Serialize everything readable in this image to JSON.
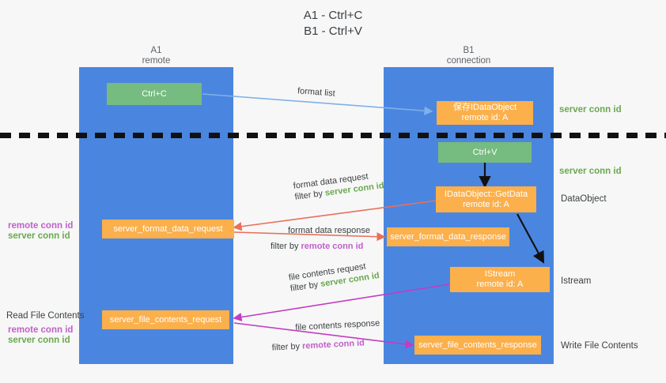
{
  "title": {
    "line1": "A1 - Ctrl+C",
    "line2": "B1 - Ctrl+V"
  },
  "columns": [
    {
      "name": "A1",
      "sub": "remote"
    },
    {
      "name": "B1",
      "sub": "connection"
    }
  ],
  "colors": {
    "lane": "#4a86e0",
    "box_green": "#76bb7f",
    "box_orange": "#fbb04c",
    "server_conn": "#6aa84f",
    "remote_conn": "#c060c8",
    "arrow_blue": "#7fb1e8",
    "arrow_red": "#e8705a",
    "arrow_magenta": "#c43bc4",
    "arrow_black": "#111111",
    "text_dark": "#3c4043"
  },
  "boxes": {
    "ctrl_c": {
      "line1": "Ctrl+C"
    },
    "ctrl_v": {
      "line1": "Ctrl+V"
    },
    "save_dataobject": {
      "line1": "保存IDataObject",
      "line2": "remote id: A"
    },
    "getdata": {
      "line1": "IDataObject::GetData",
      "line2": "remote id: A"
    },
    "istream": {
      "line1": "IStream",
      "line2": "remote id: A"
    },
    "server_format_data_request": {
      "line1": "server_format_data_request"
    },
    "server_format_data_response": {
      "line1": "server_format_data_response"
    },
    "server_file_contents_request": {
      "line1": "server_file_contents_request"
    },
    "server_file_contents_response": {
      "line1": "server_file_contents_response"
    }
  },
  "side_labels": {
    "server_conn_id_top": "server conn id",
    "server_conn_id_mid": "server conn id",
    "dataobject": "DataObject",
    "istream": "Istream",
    "write_file_contents": "Write File Contents",
    "read_file_contents": "Read File Contents",
    "remote_conn_id": "remote conn id",
    "server_conn_id": "server conn id",
    "remote_conn_id_2": "remote conn id",
    "server_conn_id_2": "server conn id"
  },
  "edges": [
    {
      "id": "format-list",
      "label": "format list"
    },
    {
      "id": "format-data-request",
      "label": "format data request",
      "filter_prefix": "filter by ",
      "filter_value": "server conn id"
    },
    {
      "id": "format-data-response",
      "label": "format data response",
      "filter_prefix": "filter by ",
      "filter_value": "remote conn id"
    },
    {
      "id": "file-contents-request",
      "label": "file contents request",
      "filter_prefix": "filter by ",
      "filter_value": "server conn id"
    },
    {
      "id": "file-contents-response",
      "label": "file contents response",
      "filter_prefix": "filter by ",
      "filter_value": "remote conn id"
    }
  ]
}
